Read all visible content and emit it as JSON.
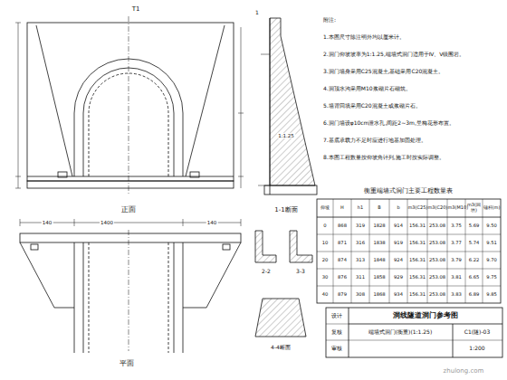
{
  "diagram": {
    "title": "洞线隧道洞门参考图",
    "labels": [
      "T1",
      "正面",
      "1-1断面",
      "1:1.25",
      "平面",
      "2-2",
      "3-3",
      "4-4断面",
      "140",
      "1400",
      "140",
      "1",
      "附注:",
      "1.本图尺寸除注明外均以厘米计。",
      "2.洞门仰坡坡率为1:1.25,端墙式洞门适用于Ⅳ、Ⅴ级围岩。",
      "3.洞门墙身采用C25混凝土,基础采用C20混凝土。",
      "4.洞顶水沟采用M10浆砌片石砌筑。",
      "5.墙背回填采用C20混凝土或浆砌片石。",
      "6.洞门墙设φ10cm泄水孔,间距2~3m,呈梅花形布置。",
      "7.基底承载力不足时应进行地基加固处理。",
      "8.本图工程数量按仰坡角计列,施工时按实际调整。",
      "衡重端墙式洞门主要工程数量表",
      "仰坡",
      "H",
      "h1",
      "B",
      "b",
      "m3(C25)",
      "m3(C20)",
      "m3(M10)",
      "m3(回填)",
      "锚杆(m)",
      "0",
      "868",
      "319",
      "1828",
      "914",
      "156.31",
      "253.08",
      "3.75",
      "5.69",
      "9.50",
      "10",
      "871",
      "316",
      "1838",
      "919",
      "156.31",
      "253.08",
      "3.77",
      "5.74",
      "9.51",
      "20",
      "874",
      "313",
      "1848",
      "924",
      "156.31",
      "253.08",
      "3.79",
      "6.22",
      "9.70",
      "30",
      "876",
      "311",
      "1858",
      "929",
      "156.31",
      "253.08",
      "3.81",
      "6.65",
      "9.75",
      "40",
      "879",
      "308",
      "1868",
      "934",
      "156.31",
      "253.08",
      "3.83",
      "6.89",
      "9.85",
      "端墙式洞门(衡重)(1:1.25)",
      "C1(隧)-03",
      "1:200",
      "设计",
      "复核",
      "审核",
      "zhulong.com"
    ]
  }
}
